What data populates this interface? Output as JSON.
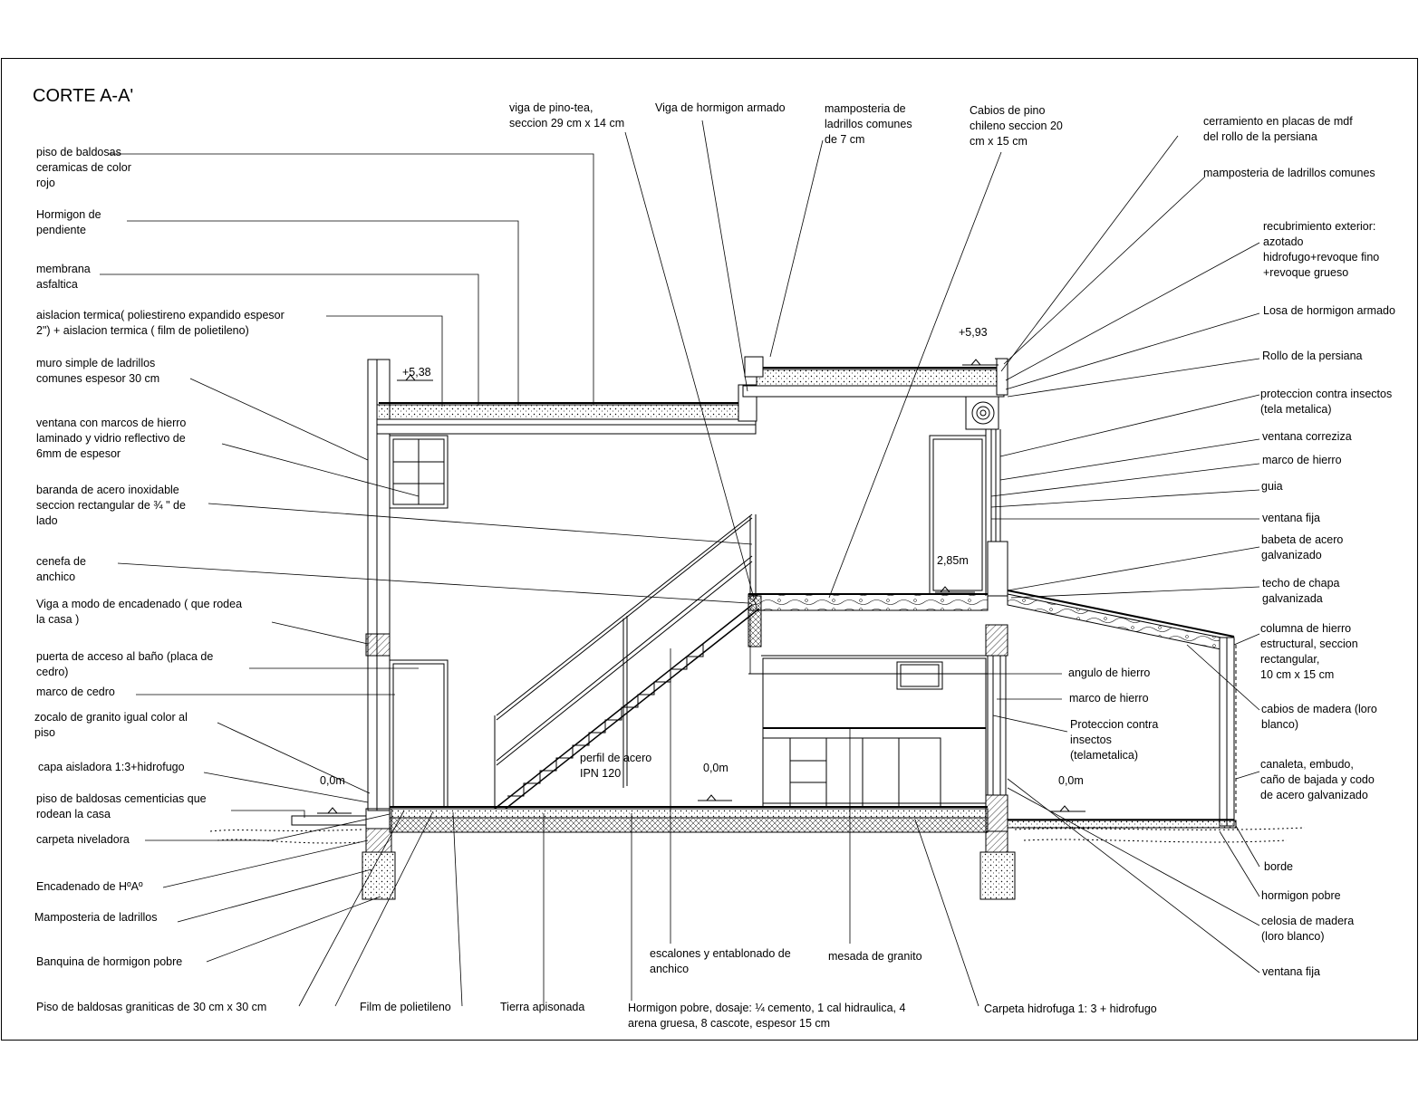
{
  "title": "CORTE A-A'",
  "levels": [
    "+5,38",
    "+5,93",
    "2,85m",
    "0,0m",
    "0,0m",
    "0,0m"
  ],
  "labels": {
    "l1": "piso de baldosas\nceramicas de color\nrojo",
    "l2": "Hormigon de\npendiente",
    "l3": "membrana\nasfaltica",
    "l4": "aislacion termica( poliestireno expandido espesor\n2\") + aislacion termica ( film de polietileno)",
    "l5": "muro simple de ladrillos\ncomunes espesor 30 cm",
    "l6": "ventana con marcos de hierro\nlaminado y vidrio reflectivo de\n6mm de espesor",
    "l7": "baranda de acero inoxidable\nseccion rectangular de ¾ \" de\nlado",
    "l8": "cenefa de\nanchico",
    "l9": "Viga a modo de encadenado ( que rodea\nla casa )",
    "l10": "puerta de acceso al baño (placa de\ncedro)",
    "l11": "marco de cedro",
    "l12": "zocalo de granito igual color al\npiso",
    "l13": "capa aisladora 1:3+hidrofugo",
    "l14": "piso de baldosas cementicias que\nrodean la casa",
    "l15": "carpeta niveladora",
    "l16": "Encadenado de HºAº",
    "l17": "Mamposteria de ladrillos",
    "l18": "Banquina de hormigon pobre",
    "l19": "Piso de baldosas graniticas de 30 cm x 30 cm",
    "l20": "Film de polietileno",
    "l21": "Tierra apisonada",
    "l22": "Hormigon pobre, dosaje: ¼ cemento, 1 cal hidraulica, 4\narena gruesa, 8 cascote, espesor 15 cm",
    "l23": "escalones y entablonado de\nanchico",
    "l24": "mesada de granito",
    "l25": "Carpeta hidrofuga 1: 3 + hidrofugo",
    "l26": "perfil  de acero\nIPN 120",
    "l27": "viga de pino-tea,\nseccion 29 cm x 14 cm",
    "l28": "Viga de hormigon armado",
    "l29": "mamposteria de\nladrillos comunes\nde 7 cm",
    "l30": "Cabios de pino\nchileno seccion 20\ncm x 15 cm",
    "l31": "cerramiento en placas de mdf\ndel rollo de la persiana",
    "l32": "mamposteria de ladrillos comunes",
    "l33": "recubrimiento exterior:\nazotado\nhidrofugo+revoque fino\n+revoque grueso",
    "l34": "Losa de hormigon armado",
    "l35": "Rollo de la persiana",
    "l36": "proteccion contra insectos\n(tela metalica)",
    "l37": "ventana correziza",
    "l38": "marco de hierro",
    "l39": "guia",
    "l40": "ventana fija",
    "l41": "babeta de acero\ngalvanizado",
    "l42": "techo de chapa\ngalvanizada",
    "l43": "columna de hierro\nestructural, seccion\nrectangular,\n10 cm x 15 cm",
    "l44": "angulo de hierro",
    "l45": "marco de hierro",
    "l46": "Proteccion contra\ninsectos\n(telametalica)",
    "l47": "cabios de madera (loro\nblanco)",
    "l48": "canaleta, embudo,\ncaño de bajada y codo\nde acero galvanizado",
    "l49": "borde",
    "l50": "hormigon pobre",
    "l51": "celosia  de madera\n(loro blanco)",
    "l52": "ventana fija"
  }
}
